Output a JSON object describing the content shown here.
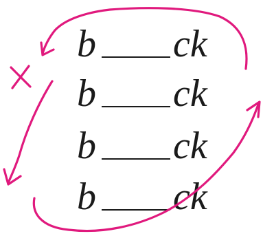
{
  "rows": [
    {
      "prefix": "b",
      "suffix": "ck"
    },
    {
      "prefix": "b",
      "suffix": "ck"
    },
    {
      "prefix": "b",
      "suffix": "ck"
    },
    {
      "prefix": "b",
      "suffix": "ck"
    }
  ],
  "annotations": {
    "ink_color": "#e0197d",
    "marks": [
      "cross-mark",
      "loop-arrow-top",
      "arrow-left-down",
      "loop-arrow-bottom-right"
    ]
  }
}
